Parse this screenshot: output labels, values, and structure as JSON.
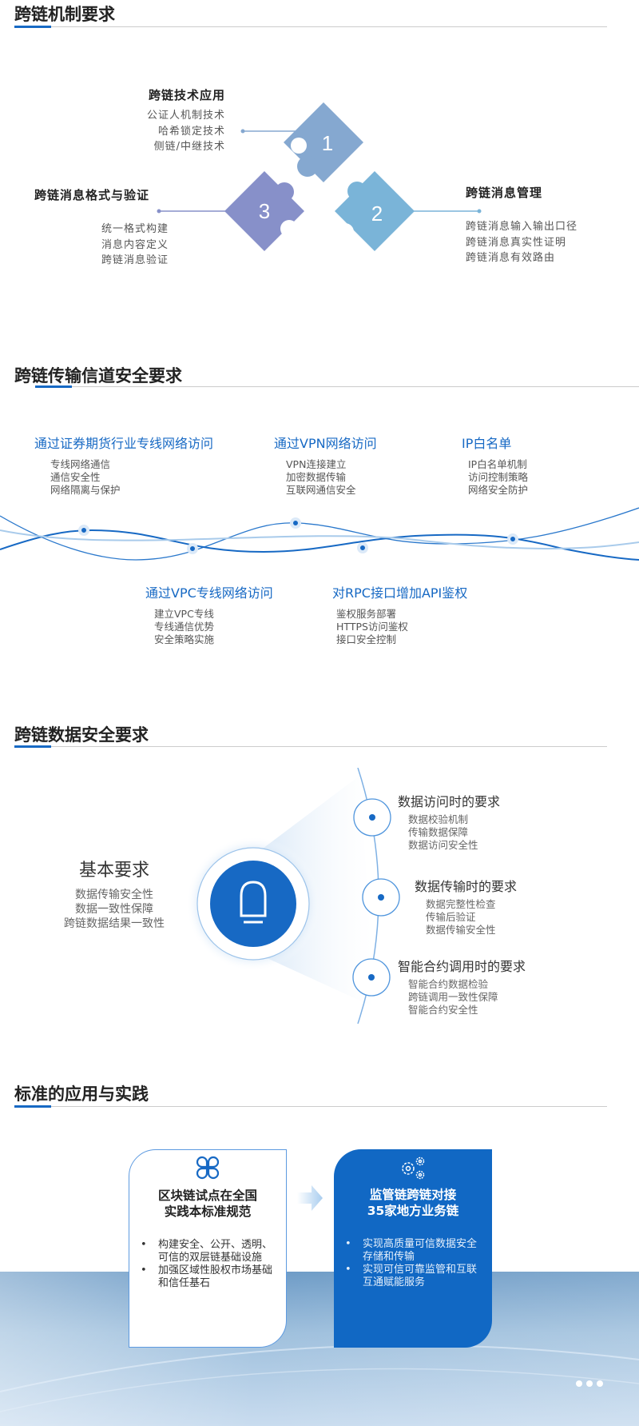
{
  "sections": {
    "mechanism": {
      "title": "跨链机制要求",
      "pieces": [
        "1",
        "2",
        "3"
      ],
      "groups": [
        {
          "title": "跨链技术应用",
          "items": [
            "公证人机制技术",
            "哈希锁定技术",
            "侧链/中继技术"
          ]
        },
        {
          "title": "跨链消息管理",
          "items": [
            "跨链消息输入输出口径",
            "跨链消息真实性证明",
            "跨链消息有效路由"
          ]
        },
        {
          "title": "跨链消息格式与验证",
          "items": [
            "统一格式构建",
            "消息内容定义",
            "跨链消息验证"
          ]
        }
      ]
    },
    "channel": {
      "title": "跨链传输信道安全要求",
      "top": [
        {
          "title": "通过证券期货行业专线网络访问",
          "items": [
            "专线网络通信",
            "通信安全性",
            "网络隔离与保护"
          ]
        },
        {
          "title": "通过VPN网络访问",
          "items": [
            "VPN连接建立",
            "加密数据传输",
            "互联网通信安全"
          ]
        },
        {
          "title": "IP白名单",
          "items": [
            "IP白名单机制",
            "访问控制策略",
            "网络安全防护"
          ]
        }
      ],
      "bottom": [
        {
          "title": "通过VPC专线网络访问",
          "items": [
            "建立VPC专线",
            "专线通信优势",
            "安全策略实施"
          ]
        },
        {
          "title": "对RPC接口增加API鉴权",
          "items": [
            "鉴权服务部署",
            "HTTPS访问鉴权",
            "接口安全控制"
          ]
        }
      ]
    },
    "data": {
      "title": "跨链数据安全要求",
      "basic": {
        "title": "基本要求",
        "items": [
          "数据传输安全性",
          "数据一致性保障",
          "跨链数据结果一致性"
        ]
      },
      "center_icon": "bell-icon",
      "nodes": [
        {
          "title": "数据访问时的要求",
          "items": [
            "数据校验机制",
            "传输数据保障",
            "数据访问安全性"
          ]
        },
        {
          "title": "数据传输时的要求",
          "items": [
            "数据完整性检查",
            "传输后验证",
            "数据传输安全性"
          ]
        },
        {
          "title": "智能合约调用时的要求",
          "items": [
            "智能合约数据检验",
            "跨链调用一致性保障",
            "智能合约安全性"
          ]
        }
      ]
    },
    "practice": {
      "title": "标准的应用与实践",
      "cards": [
        {
          "icon": "clover-icon",
          "title1": "区块链试点在全国",
          "title2": "实践本标准规范",
          "items": [
            "构建安全、公开、透明、可信的双层链基础设施",
            "加强区域性股权市场基础和信任基石"
          ]
        },
        {
          "icon": "gears-icon",
          "title1": "监管链跨链对接",
          "title2": "35家地方业务链",
          "items": [
            "实现高质量可信数据安全存储和传输",
            "实现可信可靠监管和互联互通赋能服务"
          ]
        }
      ]
    }
  },
  "colors": {
    "accent": "#1769c4",
    "piece1": "#85a8d0",
    "piece2": "#7ab4d8",
    "piece3": "#8790c9"
  }
}
